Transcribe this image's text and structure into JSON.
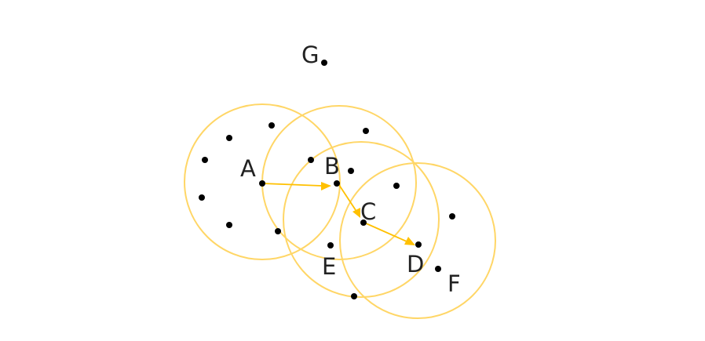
{
  "labels": {
    "A": "A",
    "B": "B",
    "C": "C",
    "D": "D",
    "E": "E",
    "F": "F",
    "G": "G"
  },
  "colors": {
    "circle": "#FFD666",
    "arrow": "#FFC000",
    "point": "#000000",
    "text": "#222222"
  }
}
